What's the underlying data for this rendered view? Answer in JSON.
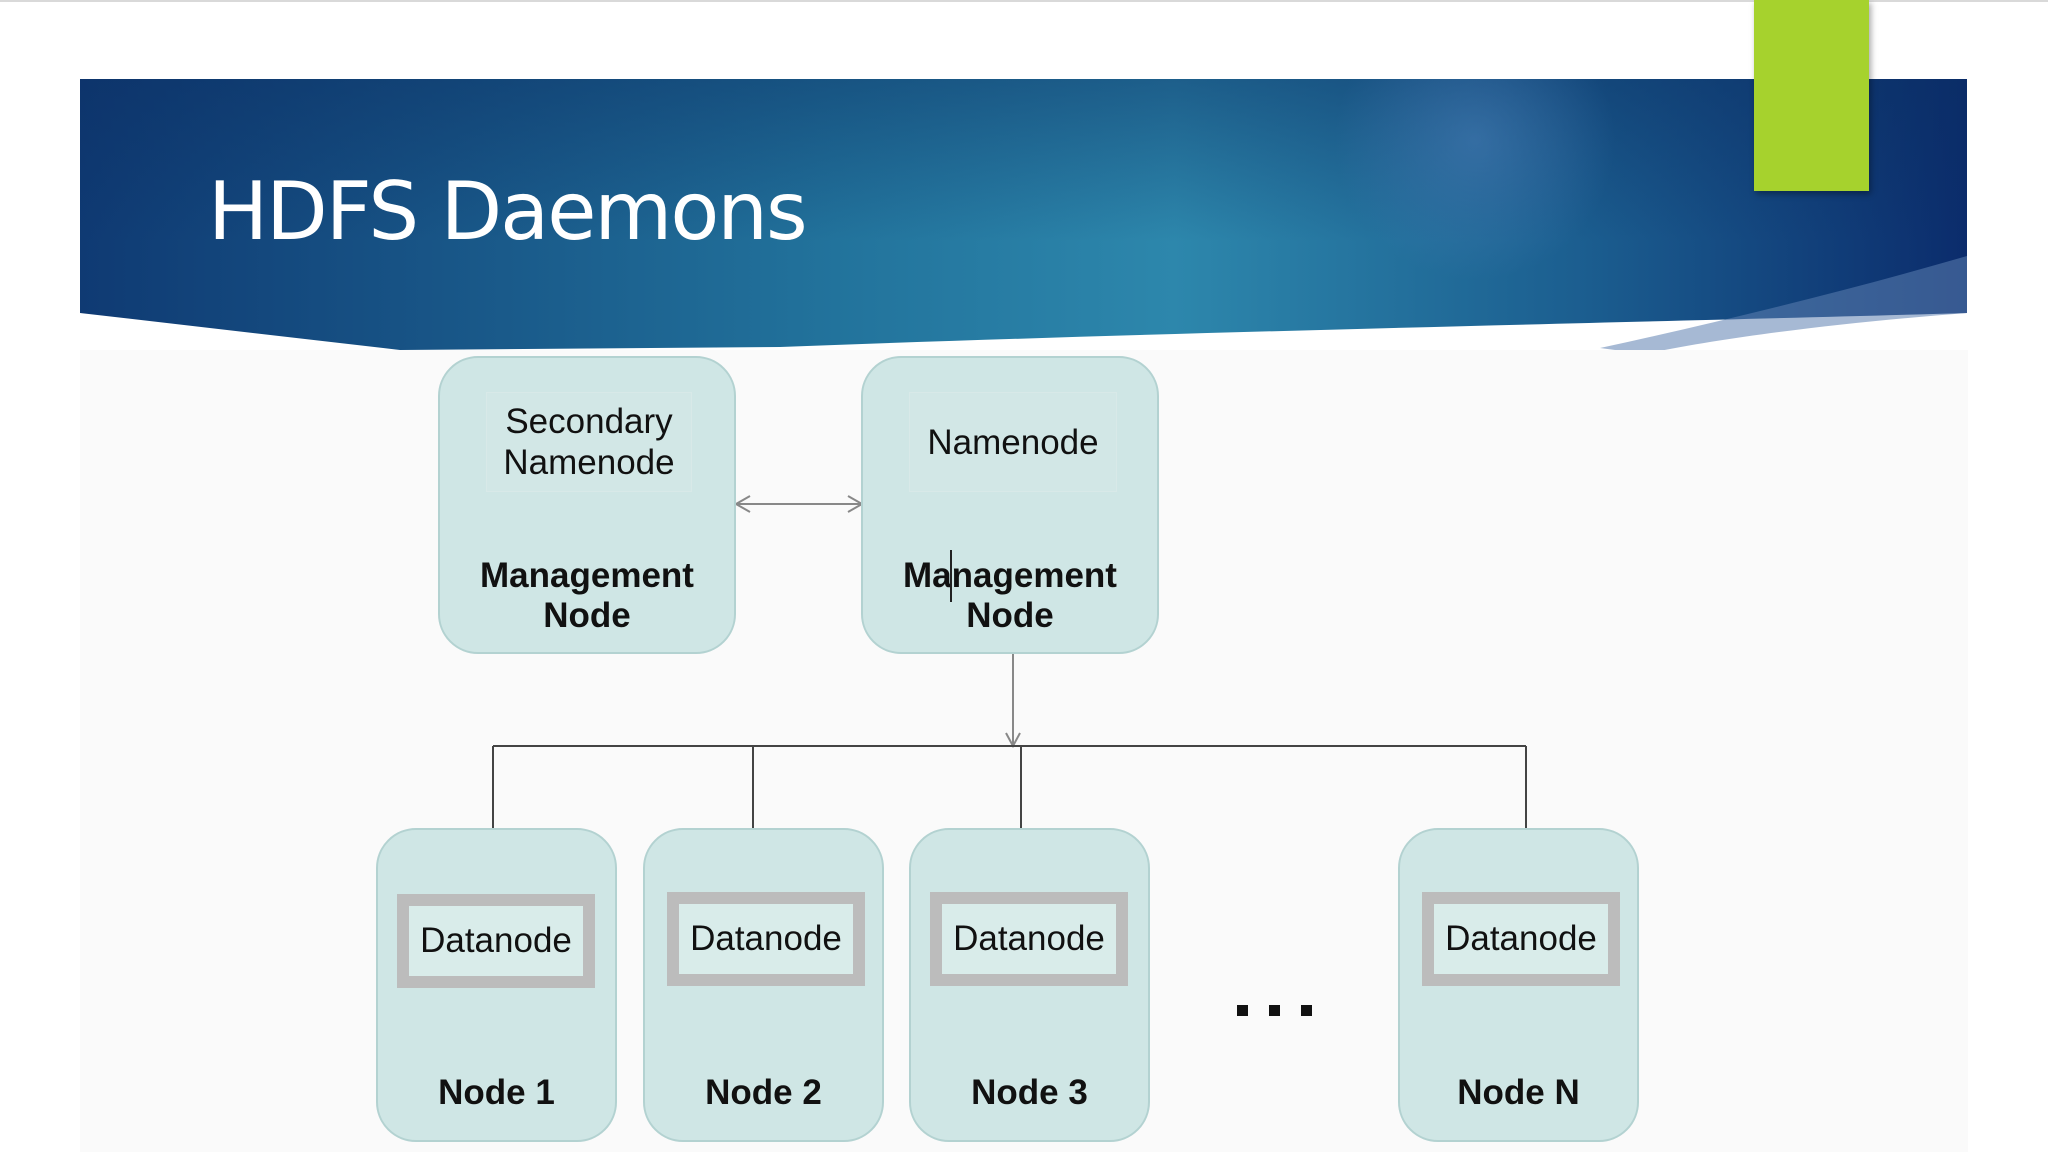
{
  "slide": {
    "title": "HDFS Daemons"
  },
  "theme": {
    "banner_dark": "#0b2f6e",
    "banner_mid": "#2e88ad",
    "accent": "#a6d22d",
    "node_fill": "#cfe6e5",
    "datanode_border": "#bcbcbc"
  },
  "diagram": {
    "secondary_namenode": {
      "role": "Secondary Namenode",
      "label": "Management Node"
    },
    "namenode": {
      "role": "Namenode",
      "label": "Management Node"
    },
    "datanodes": [
      {
        "role": "Datanode",
        "label": "Node 1"
      },
      {
        "role": "Datanode",
        "label": "Node 2"
      },
      {
        "role": "Datanode",
        "label": "Node 3"
      },
      {
        "role": "Datanode",
        "label": "Node N"
      }
    ],
    "ellipsis": "..."
  }
}
